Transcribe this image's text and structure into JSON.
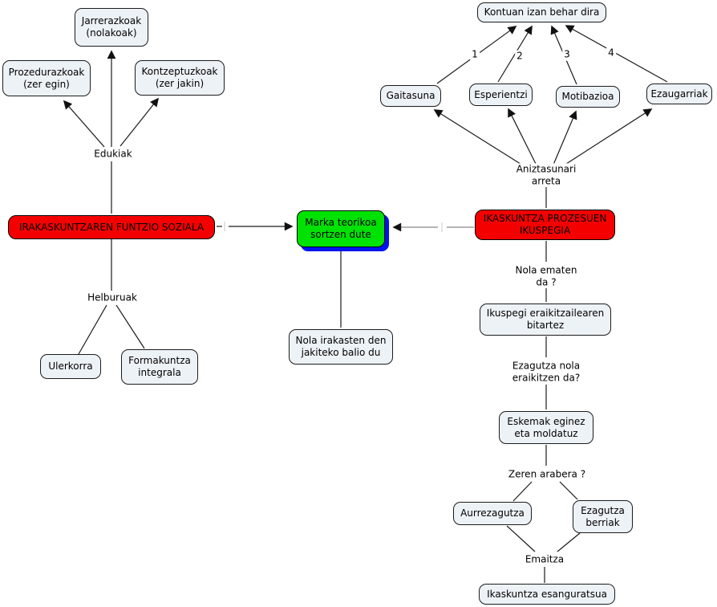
{
  "diagram": {
    "type": "concept-map",
    "language": "Basque",
    "background_color": "#ffffff",
    "node_fill_color": "#edf2f7",
    "highlight_red_color": "#f40000",
    "highlight_green_color": "#00e104",
    "selection_shadow_color": "#0013ef",
    "line_color": "#1a1a1a"
  },
  "nodes": {
    "jarrerazkoak": {
      "label": "Jarrerazkoak\n(nolakoak)"
    },
    "prozedurazkoak": {
      "label": "Prozedurazkoak\n(zer egin)"
    },
    "kontzeptuzkoak": {
      "label": "Kontzeptuzkoak\n(zer jakin)"
    },
    "kontuan_izan": {
      "label": "Kontuan izan behar dira"
    },
    "gaitasuna": {
      "label": "Gaitasuna"
    },
    "esperientzi": {
      "label": "Esperientzi"
    },
    "motibazioa": {
      "label": "Motibazioa"
    },
    "ezaugarriak": {
      "label": "Ezaugarriak"
    },
    "irakaskuntzaren_funtzio": {
      "label": "IRAKASKUNTZAREN FUNTZIO SOZIALA"
    },
    "ikaskuntza_prozesuen": {
      "label": "IKASKUNTZA PROZESUEN\nIKUSPEGIA"
    },
    "marka_teorikoa": {
      "label": "Marka teorikoa\nsortzen dute"
    },
    "nola_irakasten": {
      "label": "Nola irakasten den\njakiteko balio du"
    },
    "ulerkorra": {
      "label": "Ulerkorra"
    },
    "formakuntza": {
      "label": "Formakuntza\nintegrala"
    },
    "ikuspegi_eraikitzailearen": {
      "label": "Ikuspegi eraikitzailearen\nbitartez"
    },
    "eskemak": {
      "label": "Eskemak eginez\neta moldatuz"
    },
    "aurrezagutza": {
      "label": "Aurrezagutza"
    },
    "ezagutza_berriak": {
      "label": "Ezagutza\nberriak"
    },
    "ikaskuntza_esanguratsua": {
      "label": "Ikaskuntza esanguratsua"
    }
  },
  "linking_phrases": {
    "edukiak": {
      "label": "Edukiak"
    },
    "helburuak": {
      "label": "Helburuak"
    },
    "aniztasunari": {
      "label": "Aniztasunari\narreta"
    },
    "nola_ematen": {
      "label": "Nola ematen\nda ?"
    },
    "ezagutza_nola": {
      "label": "Ezagutza nola\neraikitzen da?"
    },
    "zeren_arabera": {
      "label": "Zeren arabera ?"
    },
    "emaitza": {
      "label": "Emaitza"
    }
  },
  "edge_labels": {
    "n1": "1",
    "n2": "2",
    "n3": "3",
    "n4": "4"
  }
}
